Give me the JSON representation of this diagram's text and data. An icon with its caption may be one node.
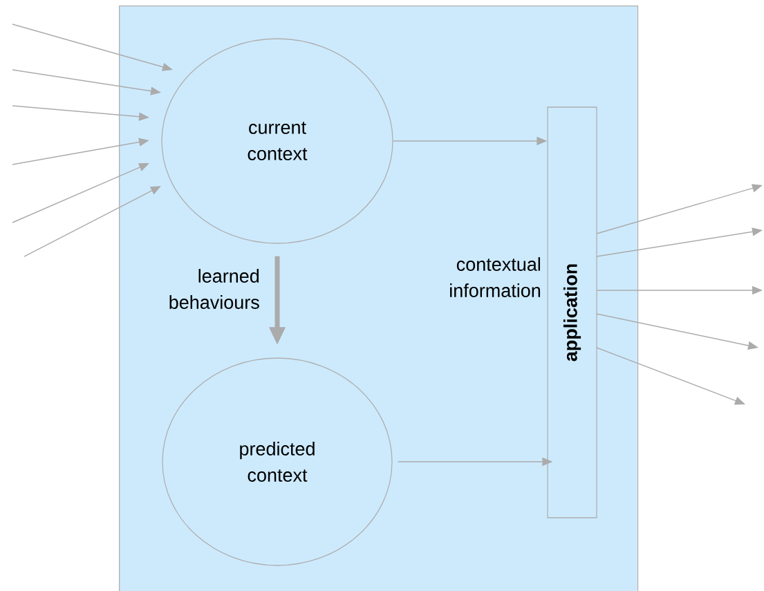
{
  "diagram": {
    "nodes": [
      {
        "text": [],
        "shape": "box"
      },
      {
        "text": [
          "current context"
        ],
        "in": 0
      },
      {
        "text": [
          "predicted context"
        ],
        "in": 0
      },
      {
        "text": [
          "application"
        ],
        "in": 0
      }
    ],
    "edges": [
      {
        "from": null,
        "to": 1,
        "arrow": "to"
      },
      {
        "from": null,
        "to": 1,
        "arrow": "to"
      },
      {
        "from": null,
        "to": 1,
        "arrow": "to"
      },
      {
        "from": null,
        "to": 1,
        "arrow": "to"
      },
      {
        "from": null,
        "to": 1,
        "arrow": "to"
      },
      {
        "from": null,
        "to": 1,
        "arrow": "to"
      },
      {
        "from": 1,
        "to": 3,
        "arrow": "to"
      },
      {
        "from": 2,
        "to": 3,
        "arrow": "to"
      },
      {
        "from": 1,
        "to": 2,
        "arrow": "to",
        "style": "thick",
        "label": "learned behaviours"
      },
      {
        "from": 3,
        "to": null,
        "arrow": "to"
      },
      {
        "from": 3,
        "to": null,
        "arrow": "to"
      },
      {
        "from": 3,
        "to": null,
        "arrow": "to"
      },
      {
        "from": 3,
        "to": null,
        "arrow": "to"
      },
      {
        "from": 3,
        "to": null,
        "arrow": "to"
      }
    ],
    "labels": [
      "contextual information"
    ]
  }
}
